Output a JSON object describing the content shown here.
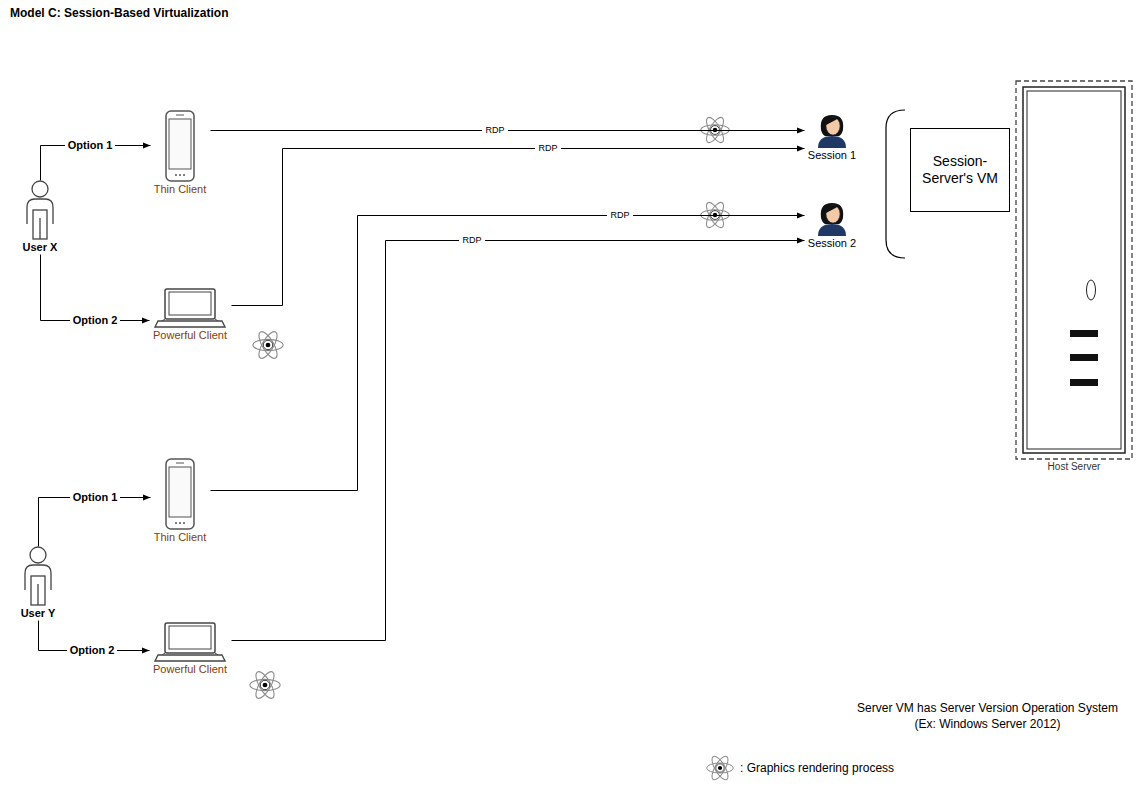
{
  "diagram": {
    "title": "Model C: Session-Based Virtualization",
    "nodes": [
      {
        "text": [
          "User X"
        ]
      },
      {
        "text": [
          "Thin Client"
        ]
      },
      {
        "text": [
          "Powerful Client"
        ]
      },
      {
        "text": [
          "Session 1"
        ]
      },
      {
        "text": [
          "Session 2"
        ]
      },
      {
        "text": [
          "Session-Server's VM"
        ]
      },
      {
        "text": [
          "Host Server"
        ]
      },
      {
        "text": [
          "User Y"
        ]
      },
      {
        "text": [
          "Thin Client"
        ]
      },
      {
        "text": [
          "Powerful Client"
        ]
      }
    ],
    "edges": [
      {
        "from": 0,
        "to": 1,
        "label": "Option 1",
        "arrow": "to"
      },
      {
        "from": 0,
        "to": 2,
        "label": "Option 2",
        "arrow": "to"
      },
      {
        "from": 1,
        "to": 3,
        "label": "RDP",
        "arrow": "to"
      },
      {
        "from": 2,
        "to": 3,
        "label": "RDP",
        "arrow": "to"
      },
      {
        "from": 7,
        "to": 8,
        "label": "Option 1",
        "arrow": "to"
      },
      {
        "from": 7,
        "to": 9,
        "label": "Option 2",
        "arrow": "to"
      },
      {
        "from": 8,
        "to": 4,
        "label": "RDP",
        "arrow": "to"
      },
      {
        "from": 9,
        "to": 4,
        "label": "RDP",
        "arrow": "to"
      }
    ],
    "labels": [
      "Server VM has Server Version Operation System (Ex: Windows Server 2012)"
    ],
    "legend": [
      {
        "text": ": Graphics rendering process"
      }
    ]
  }
}
